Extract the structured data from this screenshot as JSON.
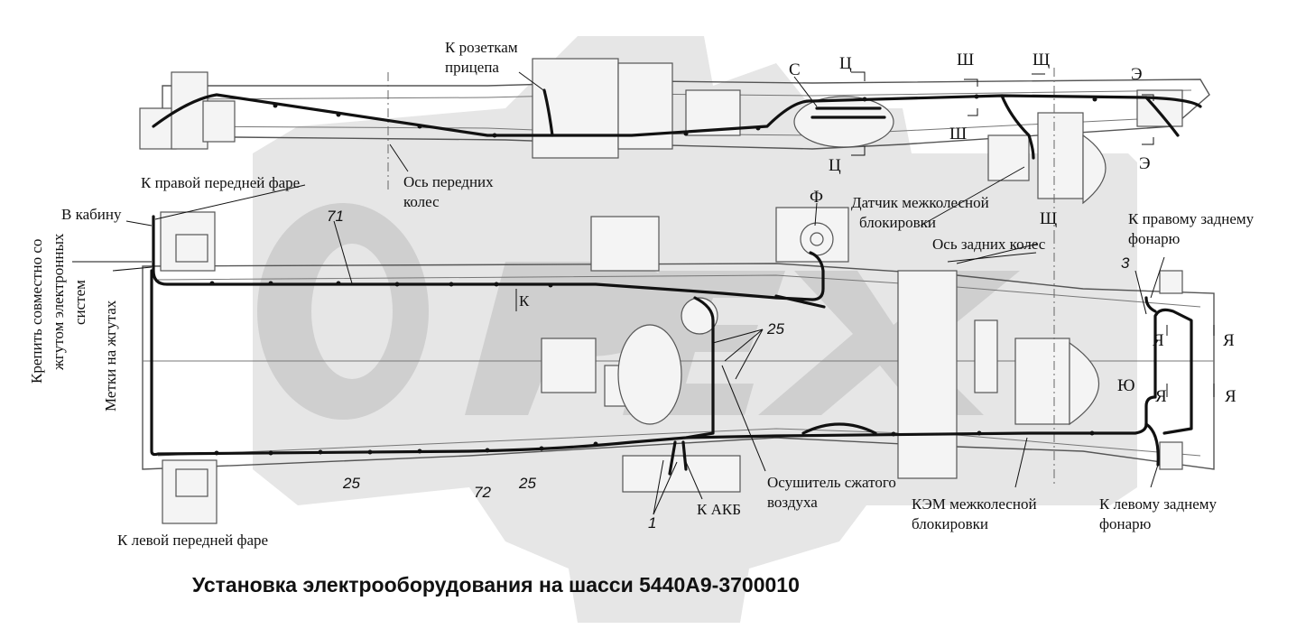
{
  "title": "Установка электрооборудования на шасси 5440А9-3700010",
  "top_view": {
    "label_sockets_line1": "К розеткам",
    "label_sockets_line2": "прицепа",
    "label_front_axle_line1": "Ось передних",
    "label_front_axle_line2": "колес",
    "letter_c": "С",
    "letter_ts": "Ц",
    "letter_sh": "Ш",
    "letter_shch": "Щ",
    "letter_e": "Э"
  },
  "bottom_view": {
    "label_right_front_lamp": "К правой передней фаре",
    "label_cab": "В кабину",
    "label_attach_line1": "Крепить совместно со",
    "label_attach_line2": "жгутом электронных",
    "label_attach_line3": "систем",
    "label_marks": "Метки на жгутах",
    "label_left_front_lamp": "К левой передней фаре",
    "label_f": "Ф",
    "label_k": "К",
    "label_sensor_line1": "Датчик межколесной",
    "label_sensor_line2": "блокировки",
    "label_rear_axle": "Ось задних колес",
    "label_shch": "Щ",
    "label_right_rear_line1": "К правому заднему",
    "label_right_rear_line2": "фонарю",
    "label_ya": "Я",
    "label_yu": "Ю",
    "label_dryer_line1": "Осушитель сжатого",
    "label_dryer_line2": "воздуха",
    "label_akb": "К АКБ",
    "label_kem_line1": "КЭМ межколесной",
    "label_kem_line2": "блокировки",
    "label_left_rear_line1": "К левому заднему",
    "label_left_rear_line2": "фонарю",
    "num_71": "71",
    "num_72": "72",
    "num_25": "25",
    "num_3": "3",
    "num_1": "1"
  }
}
